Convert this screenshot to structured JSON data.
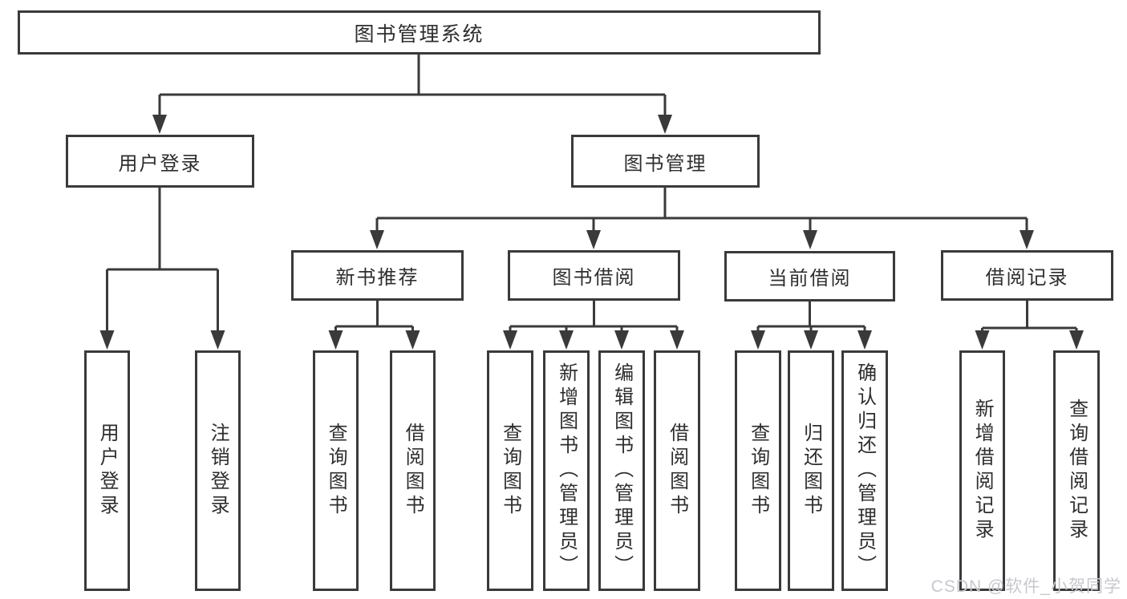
{
  "diagram": {
    "title": "图书管理系统",
    "root": {
      "label": "图书管理系统"
    },
    "level2": [
      {
        "label": "用户登录"
      },
      {
        "label": "图书管理"
      }
    ],
    "level3": [
      {
        "label": "新书推荐"
      },
      {
        "label": "图书借阅"
      },
      {
        "label": "当前借阅"
      },
      {
        "label": "借阅记录"
      }
    ],
    "leaves": {
      "user_login": [
        "用户登录",
        "注销登录"
      ],
      "new_book": [
        "查询图书",
        "借阅图书"
      ],
      "book_borrow": [
        "查询图书",
        "新增图书（管理员）",
        "编辑图书（管理员）",
        "借阅图书"
      ],
      "current_borrow": [
        "查询图书",
        "归还图书",
        "确认归还（管理员）"
      ],
      "borrow_records": [
        "新增借阅记录",
        "查询借阅记录"
      ]
    }
  },
  "watermark": "CSDN @软件_小贺同学",
  "colors": {
    "line": "#3a3a3a",
    "text": "#2e2e2e",
    "watermark": "#c7c8ce",
    "background": "#ffffff"
  }
}
